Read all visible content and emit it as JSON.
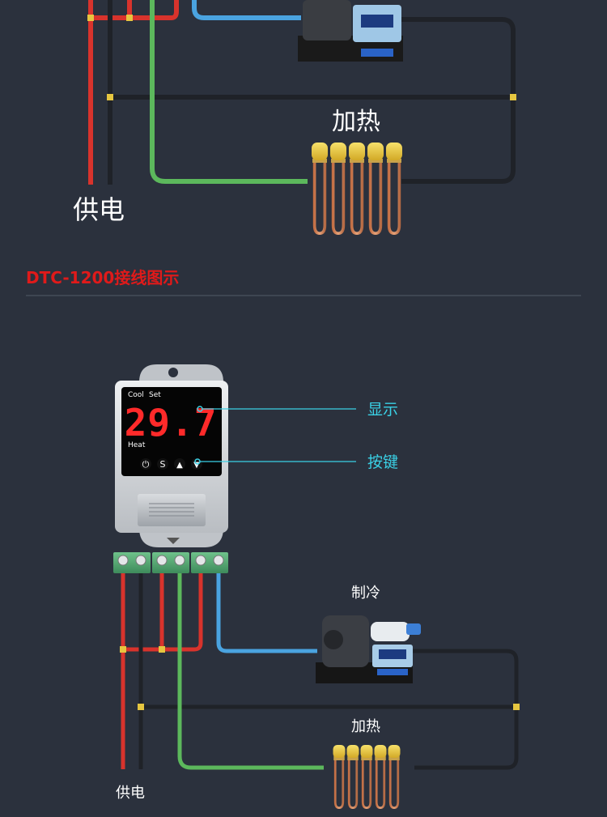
{
  "colors": {
    "background": "#2b313d",
    "wire_red": "#d8332c",
    "wire_black": "#2a2a2a",
    "wire_green": "#5cb85c",
    "wire_blue": "#4aa3e0",
    "accent_title": "#e01a1a",
    "callout": "#3ad1e6",
    "display_digits": "#ff2a2a"
  },
  "top_diagram": {
    "heat_label": "加热",
    "power_label": "供电"
  },
  "section": {
    "title": "DTC-1200接线图示"
  },
  "controller": {
    "label_cool": "Cool",
    "label_set": "Set",
    "label_heat": "Heat",
    "display_value": "29.7",
    "buttons": [
      {
        "name": "power-button",
        "icon": "power-icon",
        "glyph": "⏻"
      },
      {
        "name": "set-button",
        "icon": "set-icon",
        "glyph": "S"
      },
      {
        "name": "up-button",
        "icon": "triangle-up-icon",
        "glyph": "▲"
      },
      {
        "name": "down-button",
        "icon": "triangle-down-icon",
        "glyph": "▼"
      }
    ]
  },
  "callouts": {
    "display": "显示",
    "keys": "按键"
  },
  "bottom_diagram": {
    "cool_label": "制冷",
    "heat_label": "加热",
    "power_label": "供电"
  }
}
